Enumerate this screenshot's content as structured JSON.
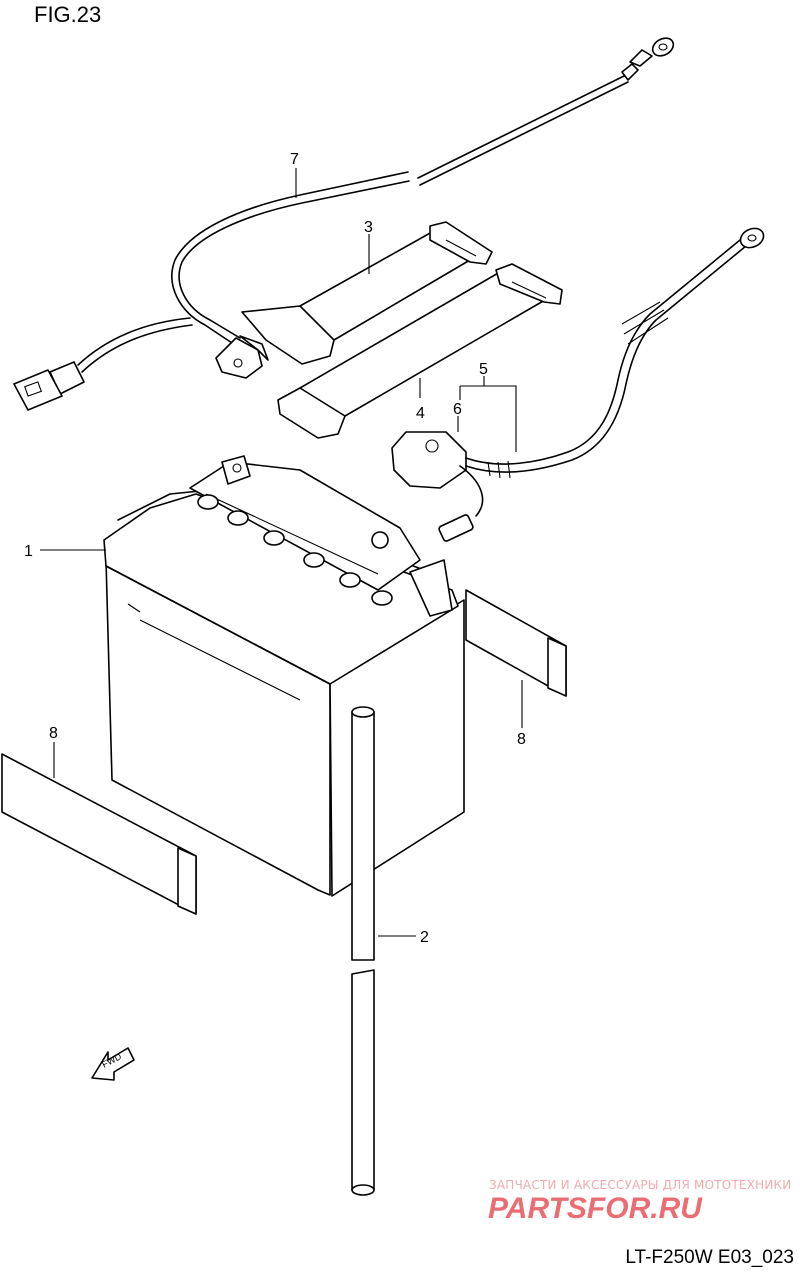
{
  "figure": {
    "title": "FIG.23",
    "code": "LT-F250W E03_023"
  },
  "parts": [
    {
      "id": "1",
      "label": "1"
    },
    {
      "id": "2",
      "label": "2"
    },
    {
      "id": "3",
      "label": "3"
    },
    {
      "id": "4",
      "label": "4"
    },
    {
      "id": "5",
      "label": "5"
    },
    {
      "id": "6",
      "label": "6"
    },
    {
      "id": "7",
      "label": "7"
    },
    {
      "id": "8a",
      "label": "8"
    },
    {
      "id": "8b",
      "label": "8"
    }
  ],
  "direction_marker": {
    "label": "FWD"
  },
  "watermark": {
    "tagline": "ЗАПЧАСТИ И АКСЕССУАРЫ ДЛЯ МОТОТЕХНИКИ",
    "brand": "PARTSFOR.RU",
    "color": "#e8545c"
  }
}
